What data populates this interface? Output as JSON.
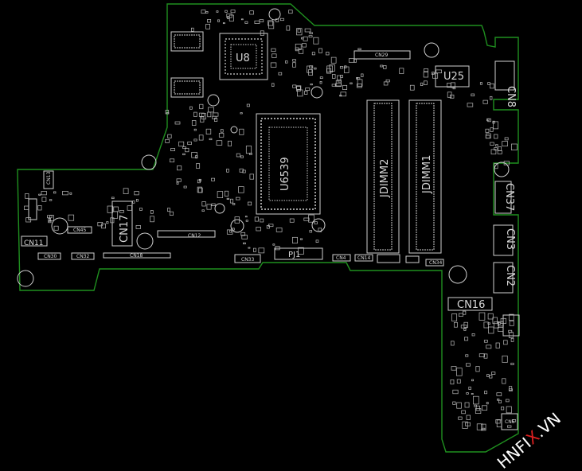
{
  "board": {
    "outline_color": "#1f8f1f",
    "trace_color": "#cfcfcf",
    "background": "#000000"
  },
  "labels": {
    "u8": "U8",
    "u6539": "U6539",
    "u25": "U25",
    "jdimm1": "JDIMM1",
    "jdimm2": "JDIMM2",
    "cn8": "CN8",
    "cn37": "CN37",
    "cn3": "CN3",
    "cn2": "CN2",
    "cn16": "CN16",
    "cn17": "CN17",
    "cn11": "CN11",
    "pj1": "PJ1",
    "cn29": "CN29",
    "cn12": "CN12",
    "cn33": "CN33",
    "cn30": "CN30",
    "cn32": "CN32",
    "cn18": "CN18",
    "cn45": "CN45",
    "cn13": "CN13",
    "cn4": "CN4",
    "cn14": "CN14",
    "cn34": "CN34",
    "cn6": "CN6"
  },
  "watermark": {
    "text": "HNFIX.VN",
    "accent_color": "#e02020"
  }
}
